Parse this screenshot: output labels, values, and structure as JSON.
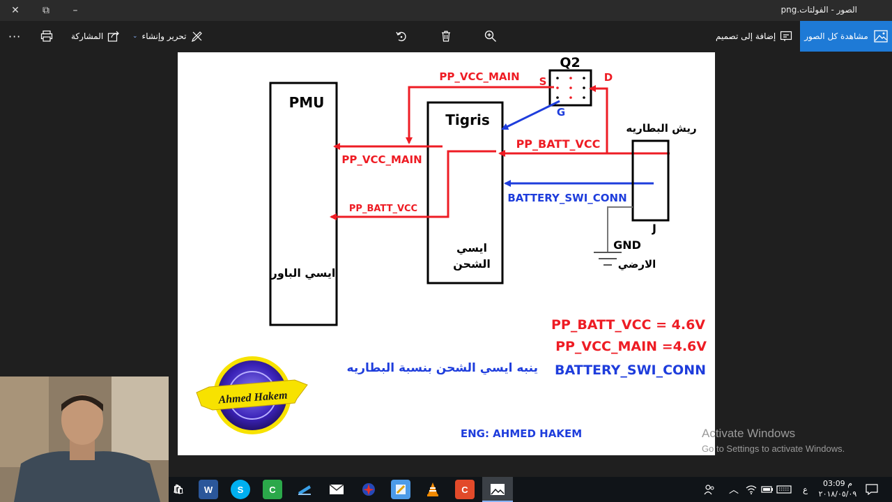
{
  "window": {
    "title": "الصور - الفولتات.png",
    "close_glyph": "✕",
    "restore_glyph": "⧉",
    "minimize_glyph": "–"
  },
  "toolbar": {
    "more_glyph": "···",
    "share_label": "المشاركة",
    "edit_label": "تحرير وإنشاء",
    "add_to_design_label": "إضافة إلى تصميم",
    "view_all_label": "مشاهدة كل الصور"
  },
  "diagram": {
    "pmu_label": "PMU",
    "pmu_arabic": "ايسي الباور",
    "tigris_label": "Tigris",
    "tigris_arabic_1": "ايسي",
    "tigris_arabic_2": "الشحن",
    "q2_label": "Q2",
    "pin_s": "S",
    "pin_d": "D",
    "pin_g": "G",
    "net_vcc_main_top": "PP_VCC_MAIN",
    "net_vcc_main_left": "PP_VCC_MAIN",
    "net_batt_vcc_right": "PP_BATT_VCC",
    "net_batt_vcc_left": "PP_BATT_VCC",
    "net_swi": "BATTERY_SWI_CONN",
    "battery_contacts": "ريش البطاريه",
    "connector_j": "J",
    "gnd": "GND",
    "ground_arabic": "الارضي",
    "note_batt": "PP_BATT_VCC = 4.6V",
    "note_main": "PP_VCC_MAIN =4.6V",
    "note_swi": "BATTERY_SWI_CONN",
    "note_arabic": "ينبه ايسي الشحن بنسبة البطاريه",
    "logo_text": "Ahmed Hakem",
    "author": "ENG: AHMED HAKEM"
  },
  "watermark": {
    "line1": "Activate Windows",
    "line2": "Go to Settings to activate Windows."
  },
  "taskbar": {
    "apps": [
      "store",
      "word",
      "skype",
      "camtasia",
      "paint",
      "mail",
      "game",
      "notepad",
      "vlc",
      "recorder",
      "photos"
    ],
    "lang": "ع",
    "time": "03:09 م",
    "date": "٢٠١٨/٠٥/٠٩"
  },
  "colors": {
    "red": "#ee1c24",
    "blue": "#1e3ddc",
    "accent": "#1e7ad6"
  }
}
